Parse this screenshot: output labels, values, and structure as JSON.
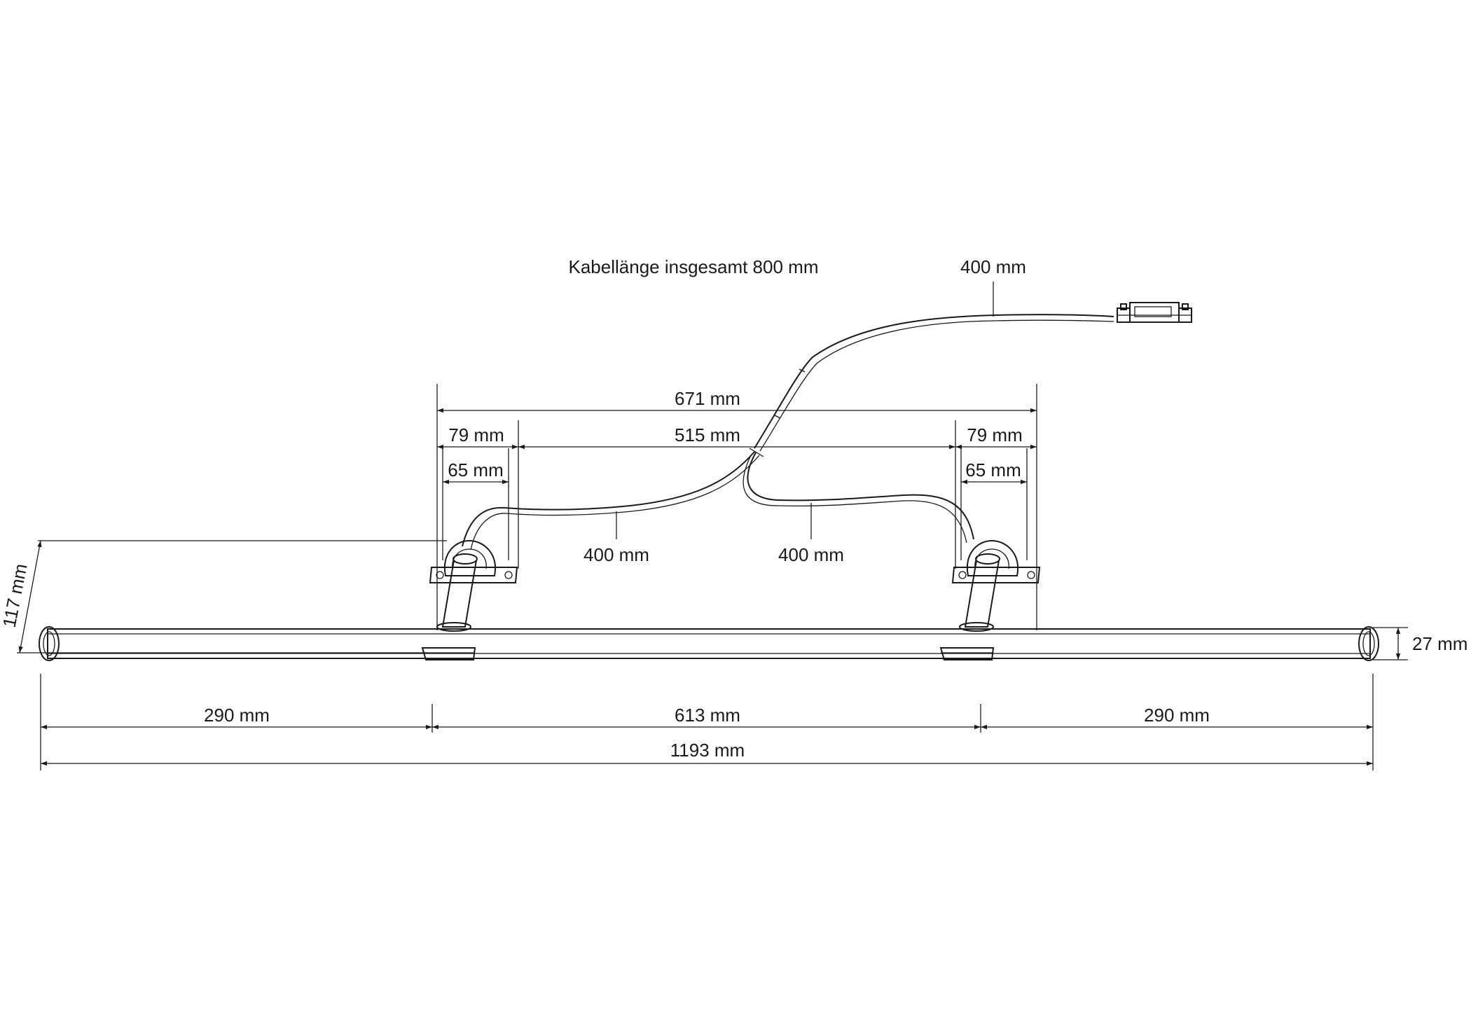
{
  "cable_total": "Kabellänge insgesamt 800 mm",
  "cable_feed": "400 mm",
  "cable_left": "400 mm",
  "cable_right": "400 mm",
  "dim_outer_arms": "671 mm",
  "dim_arm_left": "79 mm",
  "dim_between_arms": "515 mm",
  "dim_arm_right": "79 mm",
  "dim_mount_left": "65 mm",
  "dim_mount_right": "65 mm",
  "dim_projection": "117 mm",
  "dim_diameter": "27 mm",
  "dim_end_left": "290 mm",
  "dim_center": "613 mm",
  "dim_end_right": "290 mm",
  "dim_total_length": "1193 mm"
}
